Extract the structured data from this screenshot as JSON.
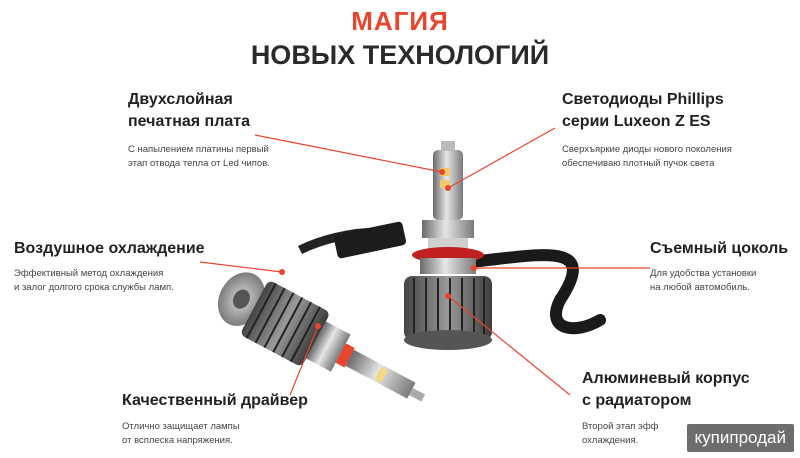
{
  "title": {
    "accent": "МАГИЯ",
    "main": "НОВЫХ ТЕХНОЛОГИЙ"
  },
  "features": {
    "pcb": {
      "title_line1": "Двухслойная",
      "title_line2": "печатная плата",
      "desc_line1": "С напылением платины первый",
      "desc_line2": "этап отвода тепла от Led чипов."
    },
    "leds": {
      "title_line1": "Светодиоды Phillips",
      "title_line2": "серии Luxeon Z ES",
      "desc_line1": "Сверхъяркие диоды нового поколения",
      "desc_line2": "обеспечиваю плотный пучок света"
    },
    "cooling": {
      "title": "Воздушное охлаждение",
      "desc_line1": "Эффективный метод охлаждения",
      "desc_line2": "и залог долгого срока службы ламп."
    },
    "base": {
      "title": "Съемный цоколь",
      "desc_line1": "Для удобства установки",
      "desc_line2": "на любой автомобиль."
    },
    "driver": {
      "title": "Качественный драйвер",
      "desc_line1": "Отлично защищает лампы",
      "desc_line2": "от всплеска напряжения."
    },
    "housing": {
      "title_line1": "Алюминевый корпус",
      "title_line2": "с радиатором",
      "desc_line1": "Второй этап эфф",
      "desc_line2": "охлаждения."
    }
  },
  "watermark": "купипродай",
  "colors": {
    "accent": "#e8452c",
    "pointer": "#e8452c"
  }
}
